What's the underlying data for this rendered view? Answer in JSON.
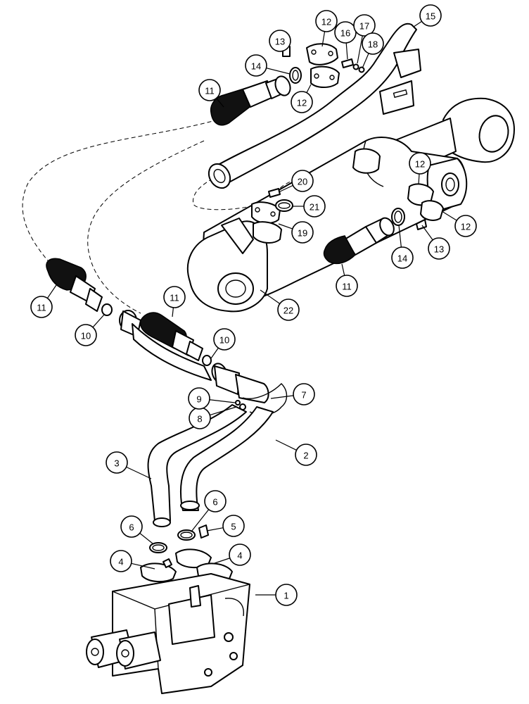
{
  "callouts": [
    {
      "id": "c1",
      "label": "1"
    },
    {
      "id": "c2",
      "label": "2"
    },
    {
      "id": "c3",
      "label": "3"
    },
    {
      "id": "c4a",
      "label": "4"
    },
    {
      "id": "c4b",
      "label": "4"
    },
    {
      "id": "c5",
      "label": "5"
    },
    {
      "id": "c6a",
      "label": "6"
    },
    {
      "id": "c6b",
      "label": "6"
    },
    {
      "id": "c7",
      "label": "7"
    },
    {
      "id": "c8",
      "label": "8"
    },
    {
      "id": "c9",
      "label": "9"
    },
    {
      "id": "c10a",
      "label": "10"
    },
    {
      "id": "c10b",
      "label": "10"
    },
    {
      "id": "c11a",
      "label": "11"
    },
    {
      "id": "c11b",
      "label": "11"
    },
    {
      "id": "c11c",
      "label": "11"
    },
    {
      "id": "c11d",
      "label": "11"
    },
    {
      "id": "c12a",
      "label": "12"
    },
    {
      "id": "c12b",
      "label": "12"
    },
    {
      "id": "c12c",
      "label": "12"
    },
    {
      "id": "c12d",
      "label": "12"
    },
    {
      "id": "c13a",
      "label": "13"
    },
    {
      "id": "c13b",
      "label": "13"
    },
    {
      "id": "c14a",
      "label": "14"
    },
    {
      "id": "c14b",
      "label": "14"
    },
    {
      "id": "c15",
      "label": "15"
    },
    {
      "id": "c16",
      "label": "16"
    },
    {
      "id": "c17",
      "label": "17"
    },
    {
      "id": "c18",
      "label": "18"
    },
    {
      "id": "c19",
      "label": "19"
    },
    {
      "id": "c20",
      "label": "20"
    },
    {
      "id": "c21",
      "label": "21"
    },
    {
      "id": "c22",
      "label": "22"
    }
  ]
}
